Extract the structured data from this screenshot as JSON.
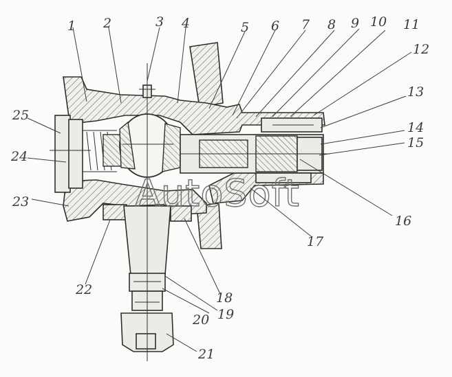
{
  "watermark": "AutoSoft",
  "callouts": [
    "1",
    "2",
    "3",
    "4",
    "5",
    "6",
    "7",
    "8",
    "9",
    "10",
    "11",
    "12",
    "13",
    "14",
    "15",
    "16",
    "17",
    "18",
    "19",
    "20",
    "21",
    "22",
    "23",
    "24",
    "25"
  ]
}
